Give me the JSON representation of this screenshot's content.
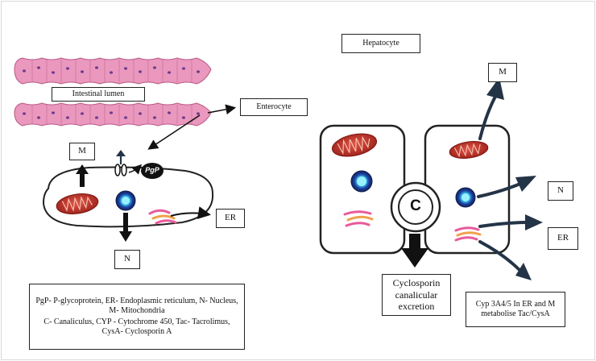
{
  "labels": {
    "intestinal_lumen": "Intestinal lumen",
    "enterocyte": "Enterocyte",
    "hepatocyte": "Hepatocyte",
    "m_left": "M",
    "n_left": "N",
    "er_left": "ER",
    "pgp_tag": "PgP",
    "canaliculus": "C",
    "m_right": "M",
    "n_right": "N",
    "er_right": "ER",
    "cyclosporin_excretion": "Cyclosporin canalicular excretion",
    "cyp_note": "Cyp 3A4/5 In ER and M metabolise Tac/CysA"
  },
  "legend": {
    "line1": "PgP- P-glycoprotein, ER- Endoplasmic reticulum, N- Nucleus, M- Mitochondria",
    "line2": "C- Canaliculus, CYP - Cytochrome 450, Tac- Tacrolimus, CysA- Cyclosporin A"
  },
  "colors": {
    "villi_pink": "#e891b6",
    "villi_outline": "#b85a86",
    "enterocyte_nucleus": "#6a3a8e",
    "mitochondria_red": "#c0392b",
    "nucleus_blue": "#1e5bb5",
    "nucleus_cyan": "#4fd1f0",
    "er_orange": "#f0a04b",
    "er_pink": "#e85a9b",
    "hepatocyte_arrow": "#243447",
    "outline": "#222222"
  }
}
